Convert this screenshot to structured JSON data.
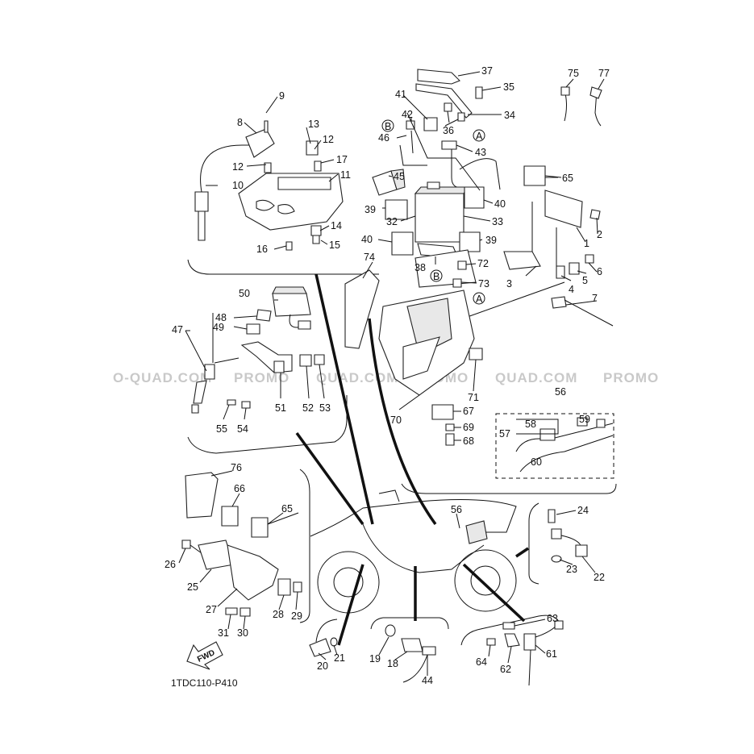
{
  "diagram": {
    "drawing_code": "1TDC110-P410",
    "fwd_label": "FWD",
    "watermark_texts": [
      "O-QUAD.COM",
      "PROMO",
      "QUAD.COM",
      "PROMO",
      "QUAD.COM",
      "PROMO"
    ],
    "circle_refs": [
      "B",
      "A",
      "B",
      "A"
    ],
    "callouts": [
      "1",
      "2",
      "3",
      "4",
      "5",
      "6",
      "7",
      "8",
      "9",
      "10",
      "11",
      "12",
      "12",
      "13",
      "14",
      "15",
      "16",
      "17",
      "18",
      "19",
      "20",
      "21",
      "22",
      "23",
      "24",
      "25",
      "26",
      "27",
      "28",
      "29",
      "30",
      "31",
      "32",
      "33",
      "34",
      "35",
      "36",
      "37",
      "38",
      "39",
      "39",
      "40",
      "40",
      "41",
      "42",
      "43",
      "44",
      "45",
      "46",
      "47",
      "48",
      "49",
      "50",
      "51",
      "52",
      "53",
      "54",
      "55",
      "56",
      "56",
      "57",
      "58",
      "59",
      "60",
      "61",
      "62",
      "63",
      "64",
      "65",
      "65",
      "66",
      "67",
      "68",
      "69",
      "70",
      "71",
      "72",
      "73",
      "74",
      "75",
      "76",
      "77"
    ]
  }
}
